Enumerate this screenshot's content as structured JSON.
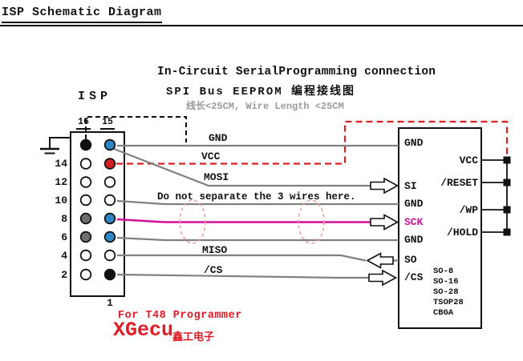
{
  "header": {
    "title": "ISP Schematic Diagram"
  },
  "diagram": {
    "title": "In-Circuit SerialProgramming connection",
    "subtitle": "SPI Bus EEPROM 编程接线图",
    "wire_note": "线长<25CM, Wire Length <25CM"
  },
  "connector": {
    "label": "ISP",
    "top_pins": [
      "16",
      "15"
    ],
    "left_pins": [
      "14",
      "12",
      "10",
      "8",
      "6",
      "4",
      "2"
    ],
    "bottom_pin": "1"
  },
  "wires": {
    "gnd": "GND",
    "vcc": "VCC",
    "mosi": "MOSI",
    "separate_note": "Do not separate the 3 wires here.",
    "miso": "MISO",
    "cs": "/CS"
  },
  "chip": {
    "left_labels": [
      "GND",
      "SI",
      "GND",
      "SCK",
      "GND",
      "SO",
      "/CS"
    ],
    "right_labels": [
      "VCC",
      "/RESET",
      "/WP",
      "/HOLD"
    ],
    "packages": [
      "SO-8",
      "SO-16",
      "SO-28",
      "TSOP28",
      "CBGA"
    ]
  },
  "footer": {
    "line1": "For T48 Programmer",
    "logo": "XGecu",
    "logo_cn": "鑫工电子"
  },
  "colors": {
    "wire_gray": "#808080",
    "vcc_red": "#d92020",
    "sck_magenta": "#d10f9b",
    "pin_blue": "#2f86c4",
    "pin_red": "#cf2020",
    "pin_gray": "#6e6e6e",
    "logo_red": "#e01b24",
    "note_gray": "#9a9a9a",
    "circle_pink": "#ef9f9f"
  }
}
